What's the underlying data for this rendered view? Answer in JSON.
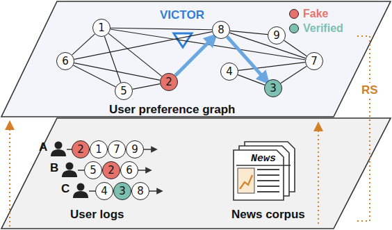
{
  "diagram": {
    "nodes": [
      {
        "text": [
          "User preference graph"
        ]
      },
      {
        "text": [
          "1"
        ],
        "in": 0
      },
      {
        "text": [
          "2"
        ],
        "in": 0
      },
      {
        "text": [
          "3"
        ],
        "in": 0
      },
      {
        "text": [
          "4"
        ],
        "in": 0
      },
      {
        "text": [
          "5"
        ],
        "in": 0
      },
      {
        "text": [
          "6"
        ],
        "in": 0
      },
      {
        "text": [
          "7"
        ],
        "in": 0
      },
      {
        "text": [
          "8"
        ],
        "in": 0
      },
      {
        "text": [
          "9"
        ],
        "in": 0
      },
      {
        "text": [
          "User logs"
        ]
      },
      {
        "text": [
          "News",
          "News corpus"
        ],
        "in": 10
      },
      {
        "text": [
          "2"
        ],
        "in": 10
      },
      {
        "text": [
          "1"
        ],
        "in": 10
      },
      {
        "text": [
          "7"
        ],
        "in": 10
      },
      {
        "text": [
          "9"
        ],
        "in": 10
      },
      {
        "text": [
          "5"
        ],
        "in": 10
      },
      {
        "text": [
          "2"
        ],
        "in": 10
      },
      {
        "text": [
          "6"
        ],
        "in": 10
      },
      {
        "text": [
          "4"
        ],
        "in": 10
      },
      {
        "text": [
          "3"
        ],
        "in": 10
      },
      {
        "text": [
          "8"
        ],
        "in": 10
      }
    ],
    "edges": [
      {
        "from": 1,
        "to": 5,
        "arrow": "none"
      },
      {
        "from": 1,
        "to": 2,
        "arrow": "none"
      },
      {
        "from": 1,
        "to": 8,
        "arrow": "none"
      },
      {
        "from": 1,
        "to": 7,
        "arrow": "none"
      },
      {
        "from": 1,
        "to": 6,
        "arrow": "none"
      },
      {
        "from": 6,
        "to": 2,
        "arrow": "none"
      },
      {
        "from": 6,
        "to": 5,
        "arrow": "none"
      },
      {
        "from": 6,
        "to": 8,
        "arrow": "none"
      },
      {
        "from": 5,
        "to": 2,
        "arrow": "none"
      },
      {
        "from": 8,
        "to": 9,
        "arrow": "none"
      },
      {
        "from": 8,
        "to": 7,
        "arrow": "none"
      },
      {
        "from": 9,
        "to": 7,
        "arrow": "none"
      },
      {
        "from": 4,
        "to": 3,
        "arrow": "none"
      },
      {
        "from": 4,
        "to": 7,
        "arrow": "none"
      },
      {
        "from": 3,
        "to": 7,
        "arrow": "none"
      },
      {
        "from": 2,
        "to": 8,
        "arrow": "to"
      },
      {
        "from": 8,
        "to": 3,
        "arrow": "to"
      }
    ],
    "labels": [
      "VICTOR",
      "RS",
      "A",
      "B",
      "C"
    ],
    "legend": [
      {
        "text": "Fake",
        "color": "#e5736c"
      },
      {
        "text": "Verified",
        "color": "#7dbfb0"
      }
    ]
  }
}
